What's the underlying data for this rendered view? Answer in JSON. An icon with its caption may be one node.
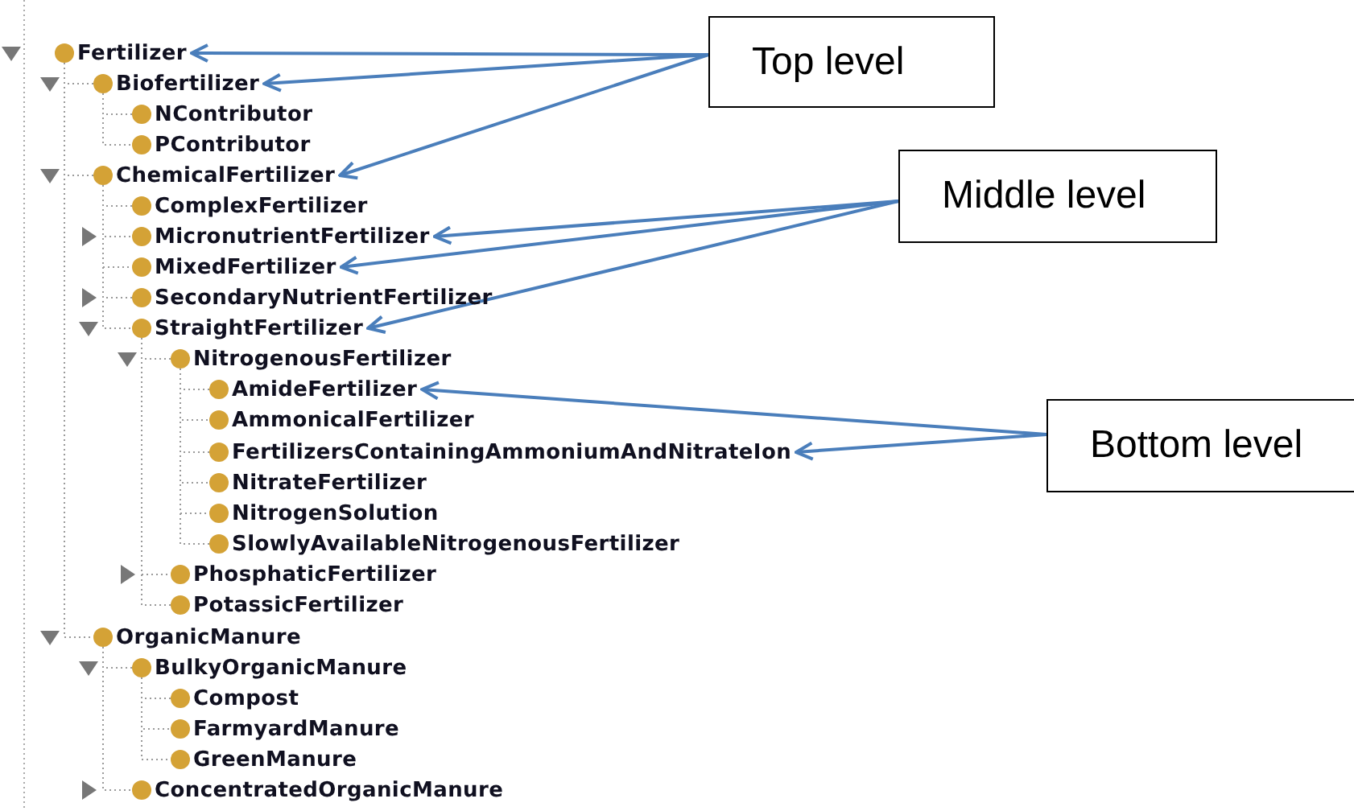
{
  "diagram": {
    "nodes": [
      {
        "text": [
          "Fertilizer"
        ]
      },
      {
        "text": [
          "Biofertilizer"
        ]
      },
      {
        "text": [
          "NContributor"
        ]
      },
      {
        "text": [
          "PContributor"
        ]
      },
      {
        "text": [
          "ChemicalFertilizer"
        ]
      },
      {
        "text": [
          "ComplexFertilizer"
        ]
      },
      {
        "text": [
          "MicronutrientFertilizer"
        ]
      },
      {
        "text": [
          "MixedFertilizer"
        ]
      },
      {
        "text": [
          "SecondaryNutrientFertilizer"
        ]
      },
      {
        "text": [
          "StraightFertilizer"
        ]
      },
      {
        "text": [
          "NitrogenousFertilizer"
        ]
      },
      {
        "text": [
          "AmideFertilizer"
        ]
      },
      {
        "text": [
          "AmmonicalFertilizer"
        ]
      },
      {
        "text": [
          "FertilizersContainingAmmoniumAndNitrateIon"
        ]
      },
      {
        "text": [
          "NitrateFertilizer"
        ]
      },
      {
        "text": [
          "NitrogenSolution"
        ]
      },
      {
        "text": [
          "SlowlyAvailableNitrogenousFertilizer"
        ]
      },
      {
        "text": [
          "PhosphaticFertilizer"
        ]
      },
      {
        "text": [
          "PotassicFertilizer"
        ]
      },
      {
        "text": [
          "OrganicManure"
        ]
      },
      {
        "text": [
          "BulkyOrganicManure"
        ]
      },
      {
        "text": [
          "Compost"
        ]
      },
      {
        "text": [
          "FarmyardManure"
        ]
      },
      {
        "text": [
          "GreenManure"
        ]
      },
      {
        "text": [
          "ConcentratedOrganicManure"
        ]
      },
      {
        "text": [
          "Top level"
        ]
      },
      {
        "text": [
          "Middle level"
        ]
      },
      {
        "text": [
          "Bottom level"
        ]
      }
    ],
    "edges": [
      {
        "from": 0,
        "to": 1,
        "arrow": "none",
        "style": "dashed"
      },
      {
        "from": 1,
        "to": 2,
        "arrow": "none",
        "style": "dashed"
      },
      {
        "from": 1,
        "to": 3,
        "arrow": "none",
        "style": "dashed"
      },
      {
        "from": 0,
        "to": 4,
        "arrow": "none",
        "style": "dashed"
      },
      {
        "from": 4,
        "to": 5,
        "arrow": "none",
        "style": "dashed"
      },
      {
        "from": 4,
        "to": 6,
        "arrow": "none",
        "style": "dashed"
      },
      {
        "from": 4,
        "to": 7,
        "arrow": "none",
        "style": "dashed"
      },
      {
        "from": 4,
        "to": 8,
        "arrow": "none",
        "style": "dashed"
      },
      {
        "from": 4,
        "to": 9,
        "arrow": "none",
        "style": "dashed"
      },
      {
        "from": 9,
        "to": 10,
        "arrow": "none",
        "style": "dashed"
      },
      {
        "from": 10,
        "to": 11,
        "arrow": "none",
        "style": "dashed"
      },
      {
        "from": 10,
        "to": 12,
        "arrow": "none",
        "style": "dashed"
      },
      {
        "from": 10,
        "to": 13,
        "arrow": "none",
        "style": "dashed"
      },
      {
        "from": 10,
        "to": 14,
        "arrow": "none",
        "style": "dashed"
      },
      {
        "from": 10,
        "to": 15,
        "arrow": "none",
        "style": "dashed"
      },
      {
        "from": 10,
        "to": 16,
        "arrow": "none",
        "style": "dashed"
      },
      {
        "from": 9,
        "to": 17,
        "arrow": "none",
        "style": "dashed"
      },
      {
        "from": 9,
        "to": 18,
        "arrow": "none",
        "style": "dashed"
      },
      {
        "from": 0,
        "to": 19,
        "arrow": "none",
        "style": "dashed"
      },
      {
        "from": 19,
        "to": 20,
        "arrow": "none",
        "style": "dashed"
      },
      {
        "from": 20,
        "to": 21,
        "arrow": "none",
        "style": "dashed"
      },
      {
        "from": 20,
        "to": 22,
        "arrow": "none",
        "style": "dashed"
      },
      {
        "from": 20,
        "to": 23,
        "arrow": "none",
        "style": "dashed"
      },
      {
        "from": 19,
        "to": 24,
        "arrow": "none",
        "style": "dashed"
      },
      {
        "from": 25,
        "to": 0,
        "arrow": "to",
        "color": "#4a7ebb"
      },
      {
        "from": 25,
        "to": 1,
        "arrow": "to",
        "color": "#4a7ebb"
      },
      {
        "from": 25,
        "to": 4,
        "arrow": "to",
        "color": "#4a7ebb"
      },
      {
        "from": 26,
        "to": 6,
        "arrow": "to",
        "color": "#4a7ebb"
      },
      {
        "from": 26,
        "to": 7,
        "arrow": "to",
        "color": "#4a7ebb"
      },
      {
        "from": 26,
        "to": 9,
        "arrow": "to",
        "color": "#4a7ebb"
      },
      {
        "from": 27,
        "to": 11,
        "arrow": "to",
        "color": "#4a7ebb"
      },
      {
        "from": 27,
        "to": 13,
        "arrow": "to",
        "color": "#4a7ebb"
      }
    ]
  }
}
